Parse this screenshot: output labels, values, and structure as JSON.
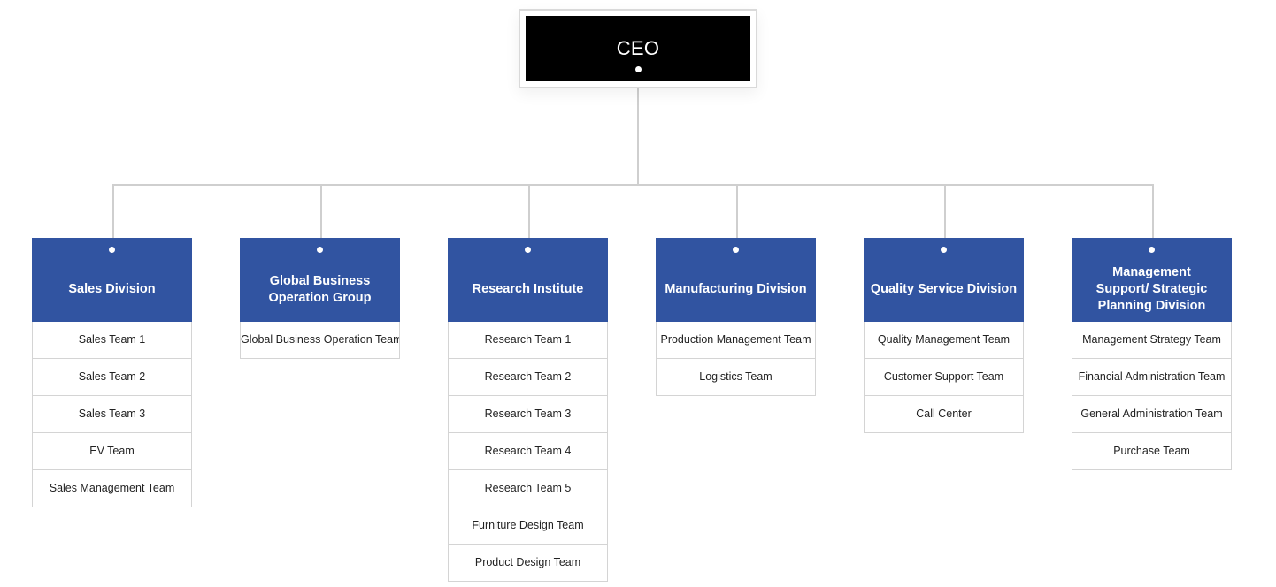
{
  "ceo": {
    "label": "CEO"
  },
  "colors": {
    "ceo_box": "#000000",
    "division_header": "#3154a1",
    "connector": "#cfcfcf",
    "team_border": "#d4d4d4"
  },
  "divisions": [
    {
      "name": "Sales Division",
      "teams": [
        "Sales Team 1",
        "Sales Team 2",
        "Sales Team 3",
        "EV Team",
        "Sales Management Team"
      ]
    },
    {
      "name": "Global Business Operation Group",
      "teams": [
        "Global Business Operation Team"
      ]
    },
    {
      "name": "Research Institute",
      "teams": [
        "Research Team 1",
        "Research Team 2",
        "Research Team 3",
        "Research Team 4",
        "Research Team 5",
        "Furniture Design Team",
        "Product Design Team"
      ]
    },
    {
      "name": "Manufacturing Division",
      "teams": [
        "Production Management Team",
        "Logistics Team"
      ]
    },
    {
      "name": "Quality Service Division",
      "teams": [
        "Quality Management Team",
        "Customer Support Team",
        "Call Center"
      ]
    },
    {
      "name": "Management Support/ Strategic Planning Division",
      "teams": [
        "Management Strategy Team",
        "Financial Administration Team",
        "General Administration Team",
        "Purchase Team"
      ]
    }
  ]
}
